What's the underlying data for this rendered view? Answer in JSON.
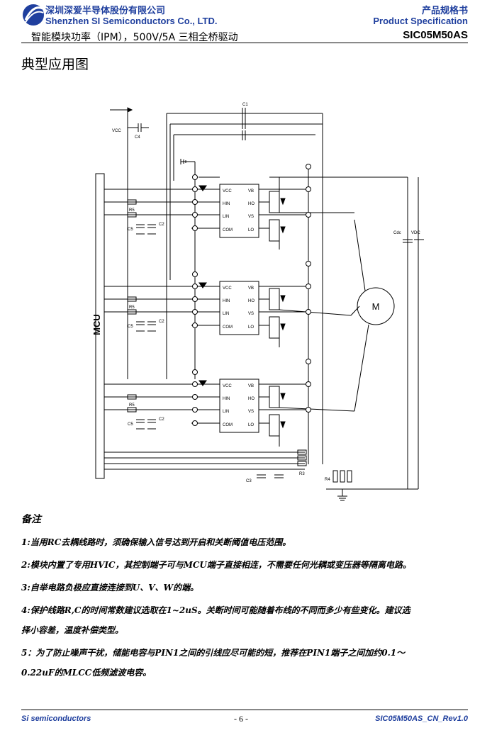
{
  "header": {
    "company_cn": "深圳深爱半导体股份有限公司",
    "company_en": "Shenzhen SI Semiconductors Co., LTD.",
    "product_desc": "智能模块功率（IPM），500V/5A 三相全桥驱动",
    "doc_type_cn": "产品规格书",
    "doc_type_en": "Product Specification",
    "part_number": "SIC05M50AS"
  },
  "section_title": "典型应用图",
  "diagram": {
    "mcu_label": "MCU",
    "motor_label": "M",
    "vcc_label": "VCC",
    "c1_label": "C1",
    "c4_label": "C4",
    "c2_label": "C2",
    "c3_label": "C3",
    "c5_label": "C5",
    "r5_label": "R5",
    "r3_label": "R3",
    "r4_label": "R4",
    "cdc_label": "Cdc",
    "vdc_label": "VDC",
    "pins_left": [
      "VCC",
      "HIN",
      "LIN",
      "COM"
    ],
    "pins_right": [
      "VB",
      "HO",
      "VS",
      "LO"
    ]
  },
  "notes": {
    "title": "备注",
    "items": [
      "1:当用RC去耦线路时，须确保输入信号达到开启和关断阈值电压范围。",
      "2:模块内置了专用HVIC，其控制端子可与MCU端子直接相连，不需要任何光耦或变压器等隔离电路。",
      "3:自举电路负极应直接连接到U、V、W的端。",
      "4:保护线路R,C的时间常数建议选取在1~2uS。关断时间可能随着布线的不同而多少有些变化。建议选",
      "择小容差，温度补偿类型。",
      "5：为了防止噪声干扰，储能电容与PIN1之间的引线应尽可能的短，推荐在PIN1端子之间加约0.1～",
      "0.22uF的MLCC低频滤波电容。"
    ]
  },
  "footer": {
    "left": "Si semiconductors",
    "center": "- 6 -",
    "right": "SIC05M50AS_CN_Rev1.0"
  }
}
